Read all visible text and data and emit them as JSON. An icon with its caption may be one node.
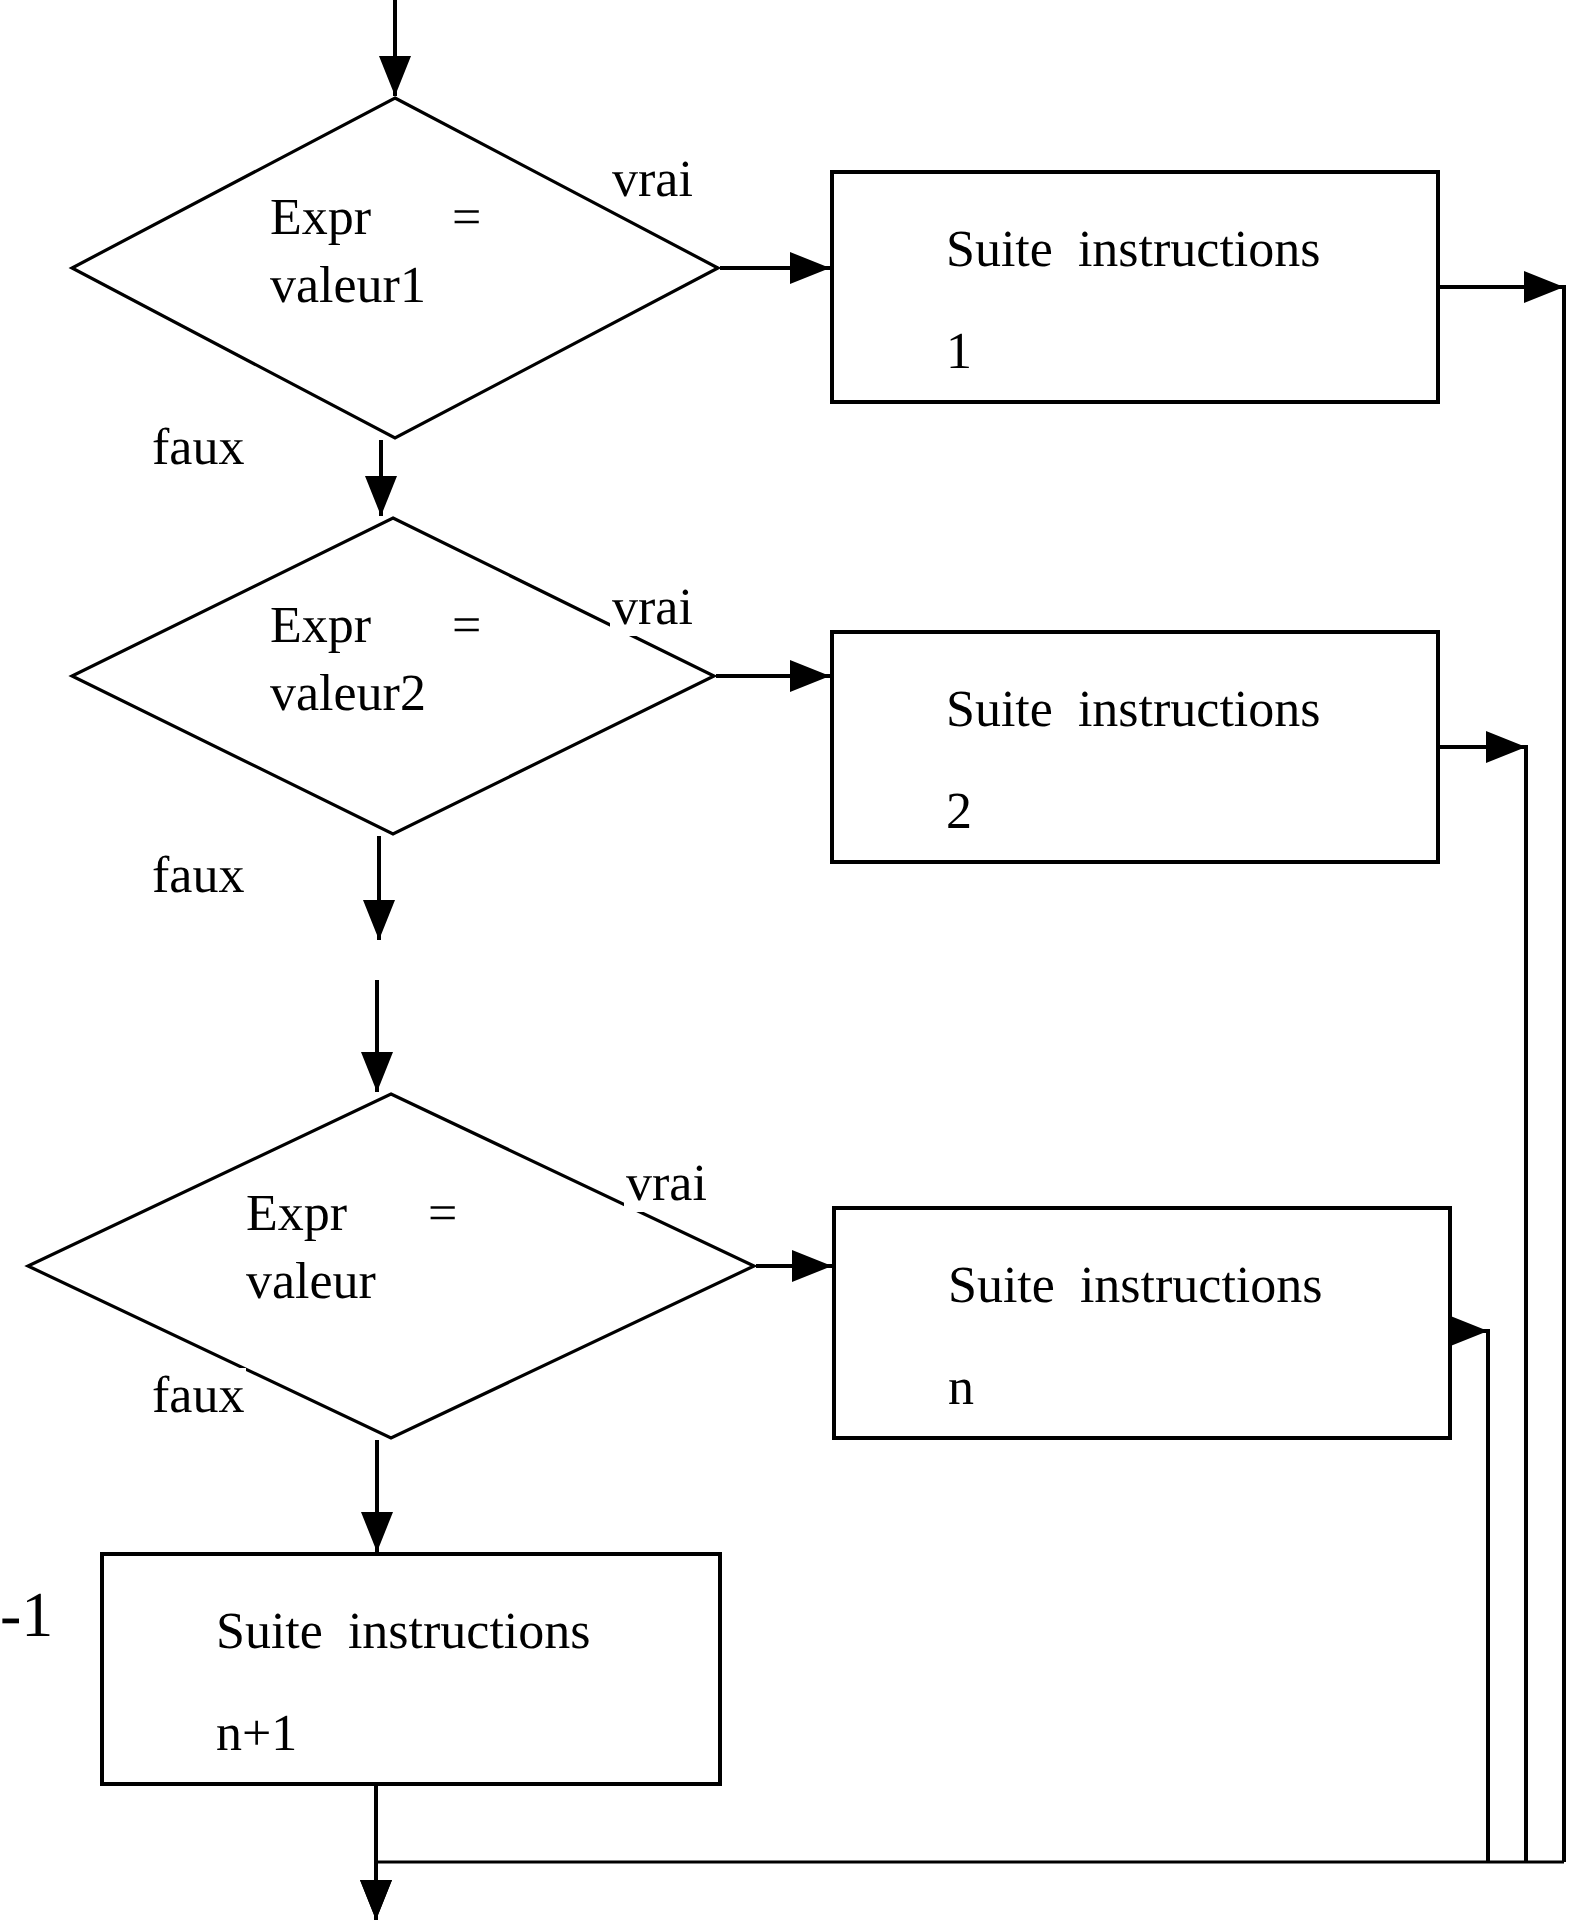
{
  "diagram": {
    "nodes": [
      {
        "text": [
          "Expr = valeur1"
        ]
      },
      {
        "text": [
          "Suite instructions 1"
        ]
      },
      {
        "text": [
          "Expr = valeur2"
        ]
      },
      {
        "text": [
          "Suite instructions 2"
        ]
      },
      {
        "text": [
          "Expr = valeur"
        ]
      },
      {
        "text": [
          "Suite instructions n"
        ]
      },
      {
        "text": [
          "Suite instructions n+1"
        ]
      }
    ],
    "edges": [
      {
        "from": null,
        "to": 0,
        "arrow": "to"
      },
      {
        "from": 0,
        "to": 1,
        "arrow": "to",
        "label": "vrai"
      },
      {
        "from": 0,
        "to": 2,
        "arrow": "to",
        "label": "faux"
      },
      {
        "from": 2,
        "to": 3,
        "arrow": "to",
        "label": "vrai"
      },
      {
        "from": 2,
        "to": null,
        "arrow": "to",
        "label": "faux"
      },
      {
        "from": null,
        "to": 4,
        "arrow": "to"
      },
      {
        "from": 4,
        "to": 5,
        "arrow": "to",
        "label": "vrai"
      },
      {
        "from": 4,
        "to": 6,
        "arrow": "to",
        "label": "faux"
      },
      {
        "from": 1,
        "to": null,
        "arrow": "to"
      },
      {
        "from": 3,
        "to": null,
        "arrow": "to"
      },
      {
        "from": 5,
        "to": null,
        "arrow": "to"
      },
      {
        "from": 6,
        "to": null,
        "arrow": "to"
      }
    ],
    "labels": [
      "-1"
    ]
  }
}
